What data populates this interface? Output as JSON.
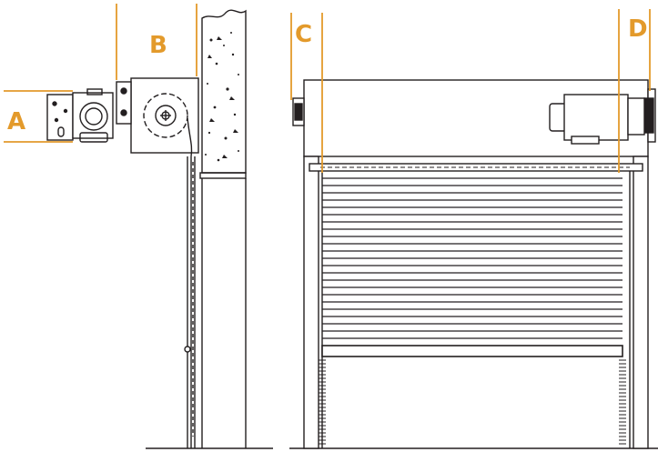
{
  "labels": {
    "a": "A",
    "b": "B",
    "c": "C",
    "d": "D"
  },
  "colors": {
    "accent": "#E39A2B",
    "line": "#231F20",
    "fill": "#ffffff"
  }
}
